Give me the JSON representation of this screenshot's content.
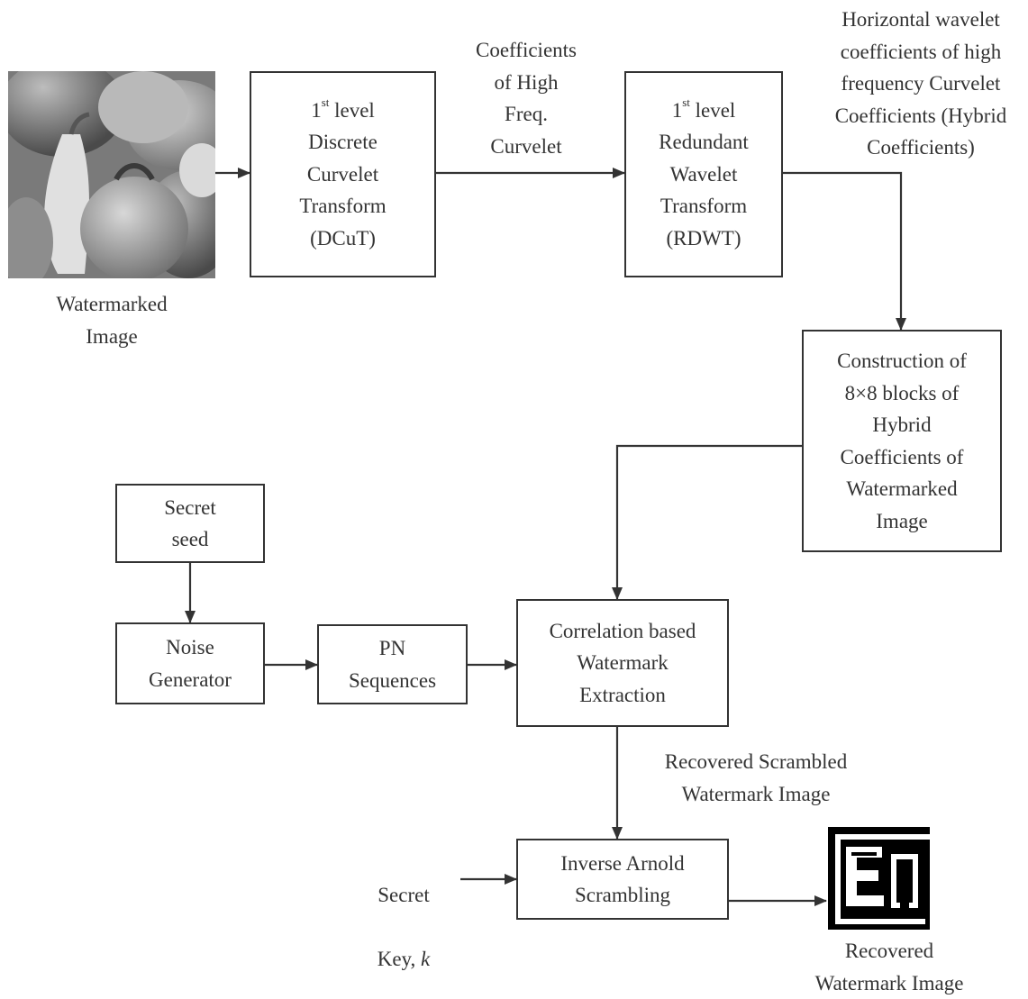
{
  "nodes": {
    "dcut": {
      "sup": "st",
      "lines_after": " level\nDiscrete\nCurvelet\nTransform\n(DCuT)",
      "lead": "1"
    },
    "rdwt": {
      "sup": "st",
      "lines_after": " level\nRedundant\nWavelet\nTransform\n(RDWT)",
      "lead": "1"
    },
    "blocks": "Construction of\n8×8 blocks of\nHybrid\nCoefficients of\nWatermarked\nImage",
    "seed": "Secret\nseed",
    "noise": "Noise\nGenerator",
    "pn": "PN\nSequences",
    "corr": "Correlation based\nWatermark\nExtraction",
    "arnold": "Inverse Arnold\nScrambling"
  },
  "labels": {
    "watermarked_image": "Watermarked\nImage",
    "high_freq": "Coefficients\nof High\nFreq.\nCurvelet",
    "horizontal": "Horizontal wavelet\ncoefficients of high\nfrequency Curvelet\nCoefficients (Hybrid\nCoefficients)",
    "recovered_scrambled": "Recovered Scrambled\nWatermark Image",
    "secret_key_line1": "Secret",
    "secret_key_line2": "Key, ",
    "secret_key_var": "k",
    "recovered_watermark": "Recovered\nWatermark Image"
  },
  "colors": {
    "stroke": "#333333",
    "background": "#ffffff"
  }
}
